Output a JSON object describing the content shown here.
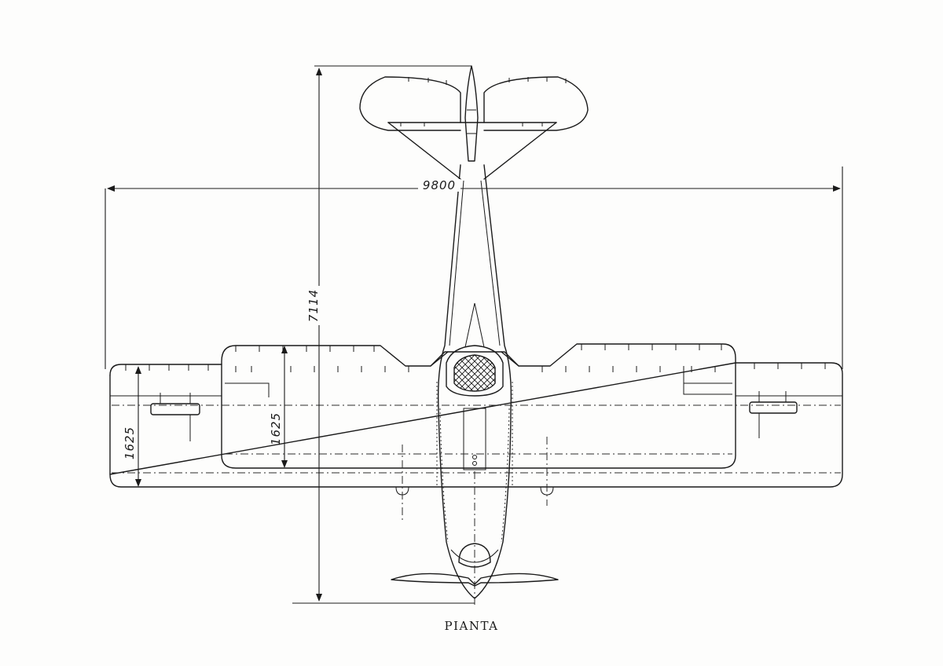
{
  "caption": "PIANTA",
  "dimensions": {
    "wingspan": "9800",
    "length": "7114",
    "lower_wing_chord": "1625",
    "upper_wing_chord": "1625"
  },
  "colors": {
    "ink": "#1a1a1a",
    "paper": "#fdfdfc"
  }
}
